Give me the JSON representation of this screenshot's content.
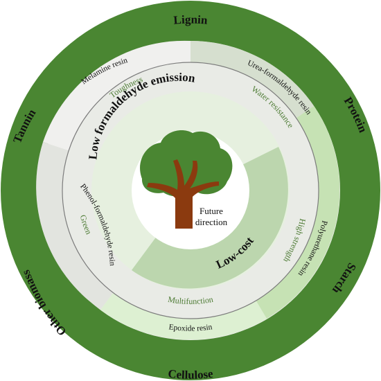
{
  "outer_ring": {
    "color": "#4a8632",
    "labels": {
      "lignin": "Lignin",
      "protein": "Protein",
      "starch": "Starch",
      "cellulose": "Cellulose",
      "other_biomass": "Other biomass",
      "tannin": "Tannin"
    }
  },
  "resin_ring": {
    "labels": {
      "melamine": "Melamine resin",
      "urea_formaldehyde": "Urea-formaldehyde resin",
      "polyurethane": "Polyurethane resin",
      "epoxide": "Epoxide resin",
      "phenol_formaldehyde": "Phenol-formaldehyde resin"
    }
  },
  "property_ring": {
    "text_color": "#4c7a33",
    "labels": {
      "toughness": "Toughness",
      "water_resistance": "Water resistance",
      "high_strength": "High strength",
      "multifunction": "Multifunction",
      "green": "Green"
    }
  },
  "core": {
    "low_formaldehyde": "Low formaldehyde emission",
    "low_cost": "Low-cost"
  },
  "center": {
    "line1": "Future",
    "line2": "direction",
    "tree_color": "#4a8632",
    "trunk_color": "#8b3a0f"
  }
}
